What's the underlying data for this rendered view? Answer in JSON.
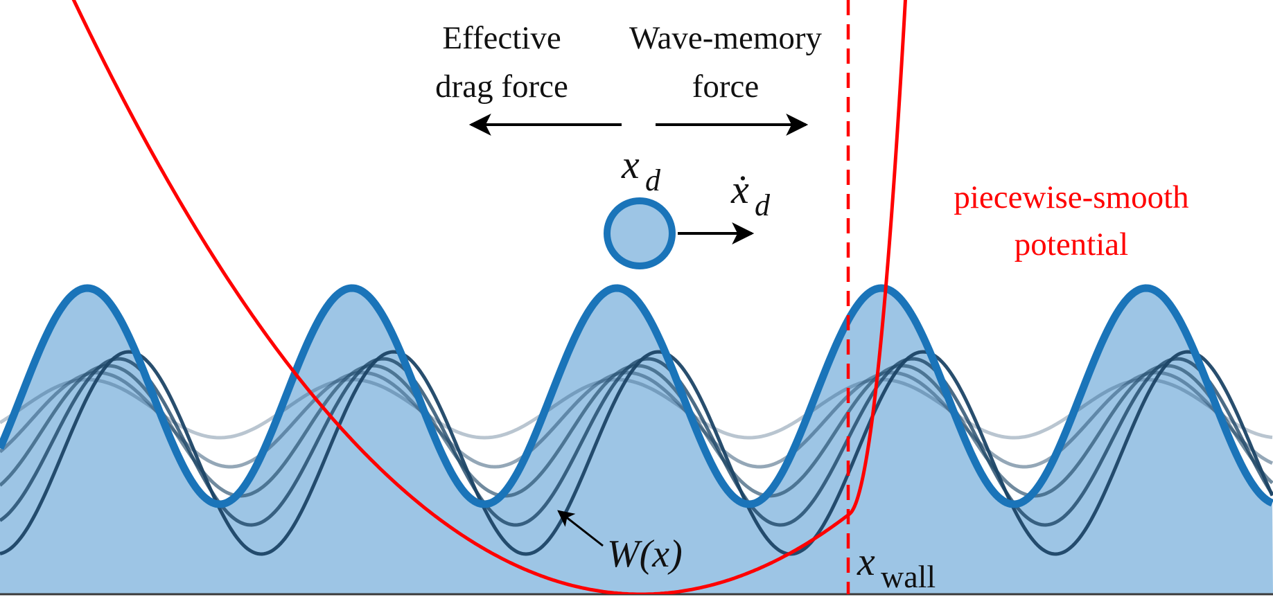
{
  "labels": {
    "drag_line1": "Effective",
    "drag_line2": "drag force",
    "memory_line1": "Wave-memory",
    "memory_line2": "force",
    "potential_line1": "piecewise-smooth",
    "potential_line2": "potential",
    "droplet_position": "x",
    "droplet_position_sub": "d",
    "droplet_velocity": "ẋ",
    "droplet_velocity_sub": "d",
    "wave_field": "W(x)",
    "wall_position": "x",
    "wall_position_sub": "wall"
  },
  "colors": {
    "wave_fill": "#9dc5e5",
    "wave_outline": "#1a74b9",
    "wave_history": "#1c4566",
    "potential": "#ff0000",
    "arrow": "#000000"
  },
  "wave": {
    "peaks_visible": 5,
    "history_curves": 5
  }
}
